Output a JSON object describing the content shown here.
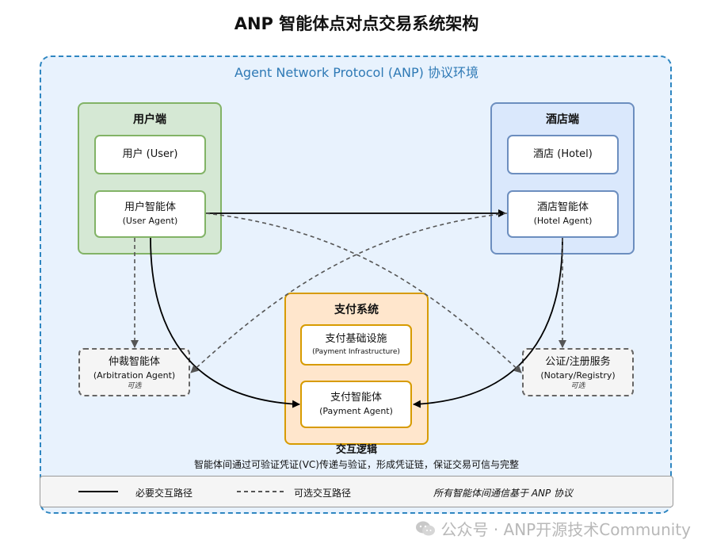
{
  "title": "ANP 智能体点对点交易系统架构",
  "environment": {
    "label": "Agent Network Protocol (ANP) 协议环境"
  },
  "user_side": {
    "title": "用户端",
    "user": {
      "label": "用户 (User)"
    },
    "agent": {
      "label": "用户智能体",
      "sublabel": "(User Agent)"
    }
  },
  "hotel_side": {
    "title": "酒店端",
    "hotel": {
      "label": "酒店 (Hotel)"
    },
    "agent": {
      "label": "酒店智能体",
      "sublabel": "(Hotel Agent)"
    }
  },
  "payment": {
    "title": "支付系统",
    "infra": {
      "label": "支付基础设施",
      "sublabel": "(Payment Infrastructure)"
    },
    "agent": {
      "label": "支付智能体",
      "sublabel": "(Payment Agent)"
    }
  },
  "arbitration": {
    "label": "仲裁智能体",
    "sublabel": "(Arbitration Agent)",
    "optional": "可选"
  },
  "notary": {
    "label": "公证/注册服务",
    "sublabel": "(Notary/Registry)",
    "optional": "可选"
  },
  "logic": {
    "title": "交互逻辑",
    "description": "智能体间通过可验证凭证(VC)传递与验证，形成凭证链，保证交易可信与完整"
  },
  "legend": {
    "required": "必要交互路径",
    "optional": "可选交互路径",
    "note": "所有智能体间通信基于 ANP 协议"
  },
  "watermark": "公众号 · ANP开源技术Community",
  "colors": {
    "env_border": "#2e86c1",
    "env_fill": "#e8f2fd",
    "user_fill": "#d5e8d4",
    "user_border": "#82b366",
    "hotel_fill": "#dae8fc",
    "hotel_border": "#6c8ebf",
    "payment_fill": "#ffe6cc",
    "payment_border": "#d79b00"
  }
}
